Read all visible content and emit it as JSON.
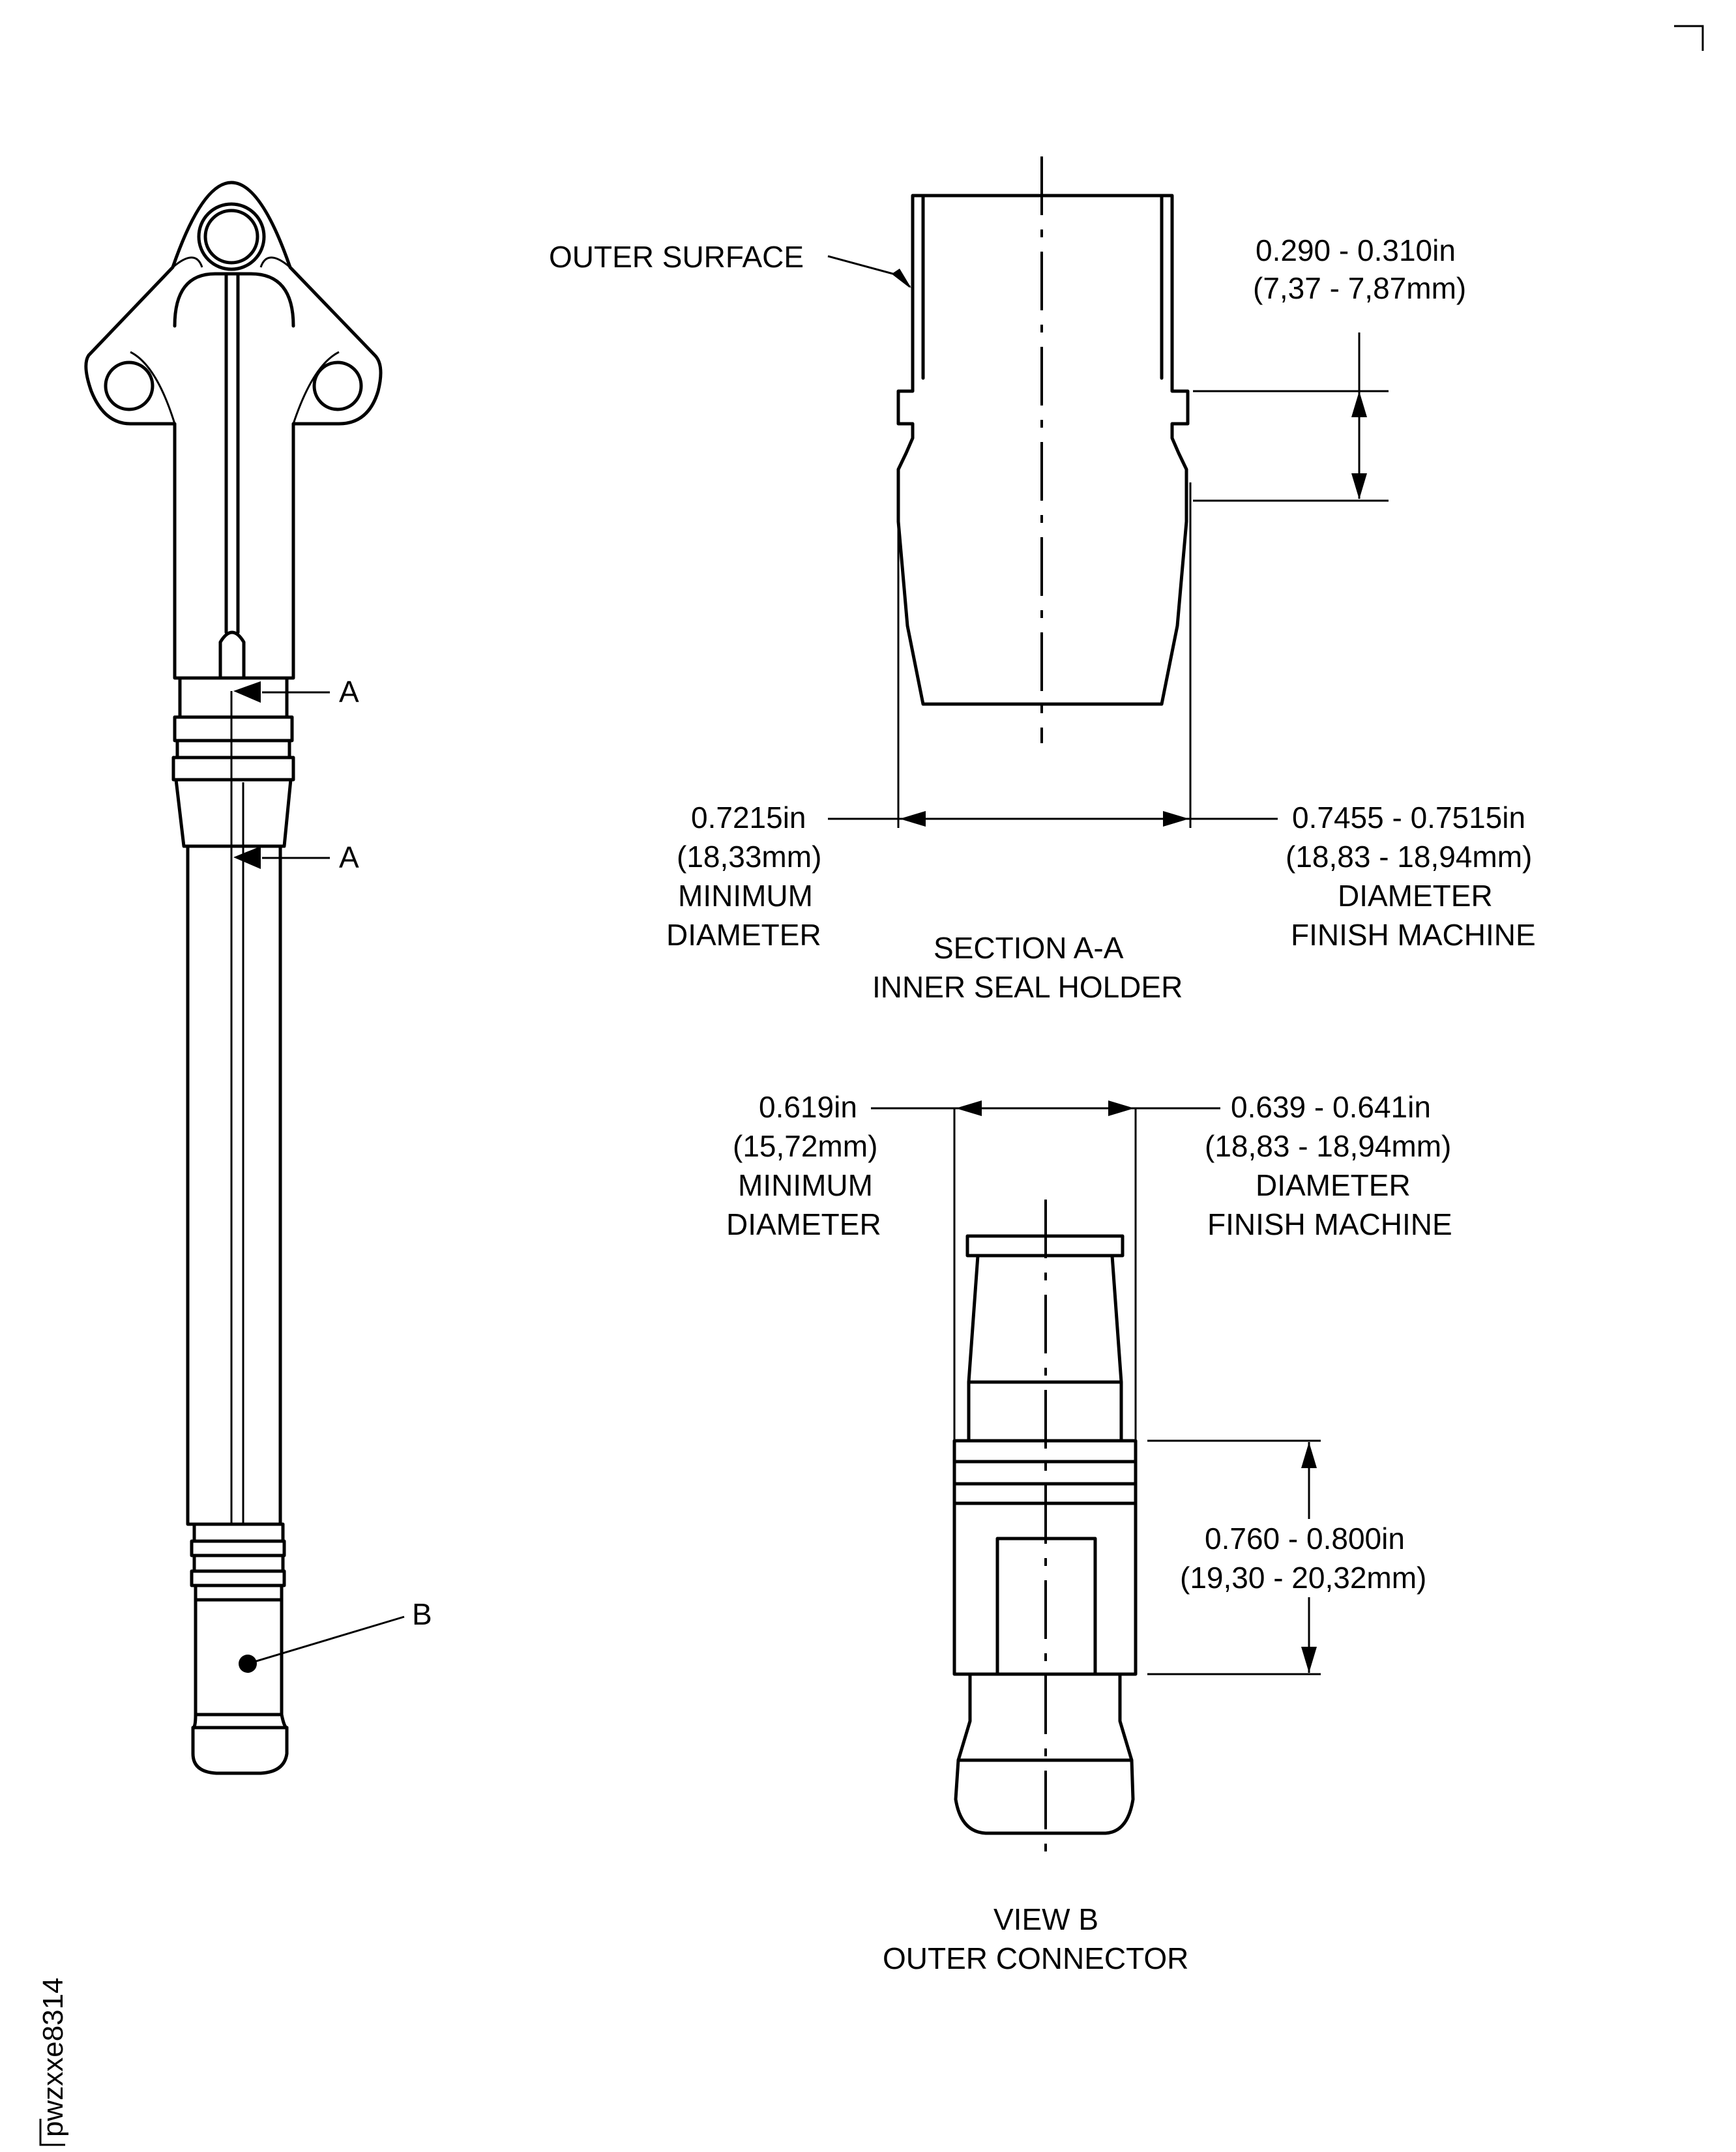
{
  "labels": {
    "outer_surface": "OUTER SURFACE",
    "gap_in": "0.290 - 0.310in",
    "gap_mm": "(7,37 - 7,87mm)",
    "secA_min_in": "0.7215in",
    "secA_min_mm": "(18,33mm)",
    "secA_min_l1": "MINIMUM",
    "secA_min_l2": "DIAMETER",
    "secA_fin_in": "0.7455 - 0.7515in",
    "secA_fin_mm": "(18,83 - 18,94mm)",
    "secA_fin_l1": "DIAMETER",
    "secA_fin_l2": "FINISH MACHINE",
    "section_title_1": "SECTION A-A",
    "section_title_2": "INNER SEAL HOLDER",
    "viewB_min_in": "0.619in",
    "viewB_min_mm": "(15,72mm)",
    "viewB_min_l1": "MINIMUM",
    "viewB_min_l2": "DIAMETER",
    "viewB_fin_in": "0.639 - 0.641in",
    "viewB_fin_mm": "(18,83 - 18,94mm)",
    "viewB_fin_l1": "DIAMETER",
    "viewB_fin_l2": "FINISH MACHINE",
    "viewB_len_in": "0.760 - 0.800in",
    "viewB_len_mm": "(19,30 - 20,32mm)",
    "view_title_1": "VIEW B",
    "view_title_2": "OUTER CONNECTOR",
    "callout_a": "A",
    "callout_b": "B",
    "figure_id": "pwzxxe8314"
  }
}
